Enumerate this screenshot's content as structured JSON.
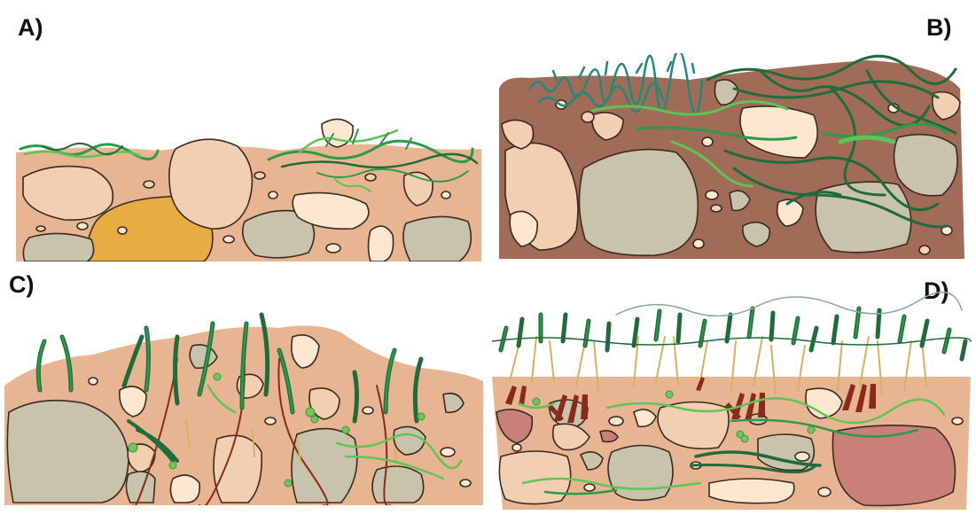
{
  "panels": [
    {
      "label": "A)"
    },
    {
      "label": "B)"
    },
    {
      "label": "C)"
    },
    {
      "label": "D)"
    }
  ],
  "colors": {
    "soil_light": "#e8b593",
    "soil_dark": "#a06b57",
    "rock_beige": "#f3cfb2",
    "rock_cream": "#fbe6cf",
    "rock_grey": "#c9c3ac",
    "rock_orange": "#e7ad42",
    "rock_red": "#c98078",
    "moss_dark": "#1f6b3a",
    "moss_mid": "#2c9a48",
    "moss_light": "#5fc456",
    "stem_red": "#8a2a1a",
    "outline": "#3a2a20"
  }
}
